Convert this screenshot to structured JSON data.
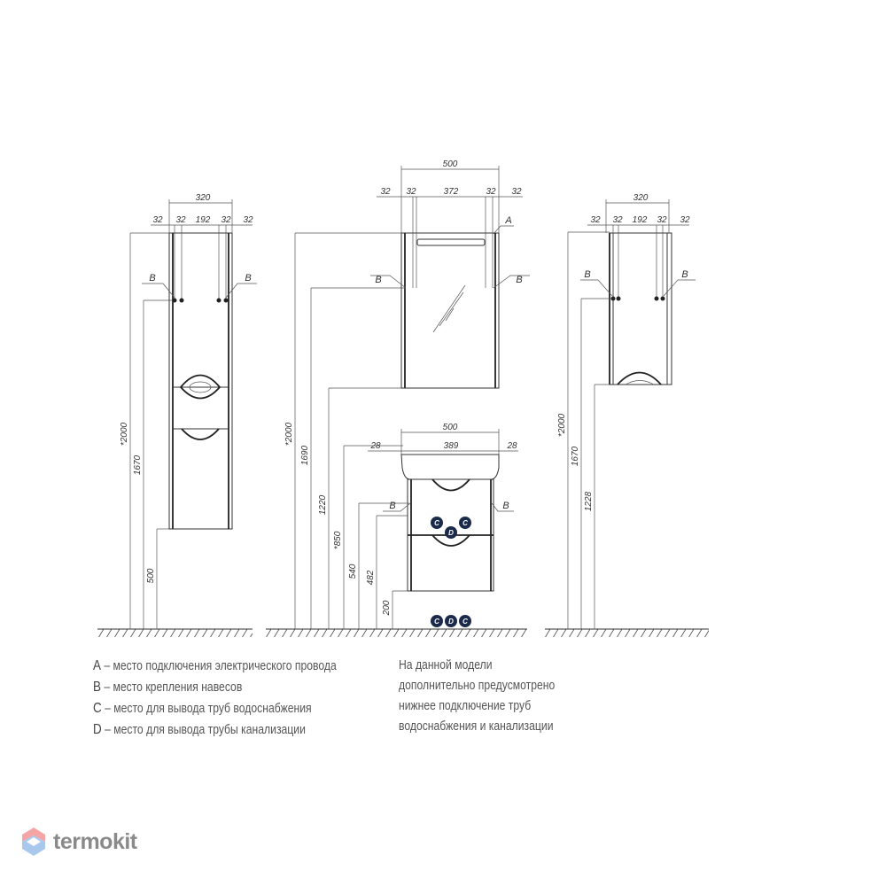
{
  "left_view": {
    "width": "320",
    "offsets": [
      "32",
      "32",
      "192",
      "32",
      "32"
    ],
    "hinge_labels": [
      "B",
      "B"
    ],
    "heights": [
      "*2000",
      "1670",
      "500"
    ]
  },
  "middle_view": {
    "mirror_width": "500",
    "mirror_offsets": [
      "32",
      "32",
      "372",
      "32",
      "32"
    ],
    "electric_label": "A",
    "mirror_hinge_labels": [
      "B",
      "B"
    ],
    "sink_width": "500",
    "sink_offsets": [
      "28",
      "389",
      "28"
    ],
    "cabinet_hinge_labels": [
      "B",
      "B"
    ],
    "heights": [
      "*2000",
      "1690",
      "1220",
      "*850",
      "540",
      "482",
      "200"
    ],
    "markers_top": [
      "C",
      "D",
      "C"
    ],
    "markers_bottom": [
      "C",
      "D",
      "C"
    ]
  },
  "right_view": {
    "width": "320",
    "offsets": [
      "32",
      "32",
      "192",
      "32",
      "32"
    ],
    "hinge_labels": [
      "B",
      "B"
    ],
    "heights": [
      "*2000",
      "1670",
      "1228"
    ]
  },
  "legend": {
    "items": [
      {
        "key": "A",
        "text": " – место подключения электрического провода"
      },
      {
        "key": "B",
        "text": " – место крепления навесов"
      },
      {
        "key": "C",
        "text": " – место для вывода труб водоснабжения"
      },
      {
        "key": "D",
        "text": " – место для вывода трубы канализации"
      }
    ],
    "note": [
      "На данной модели",
      "дополнительно предусмотрено",
      "нижнее подключение труб",
      "водоснабжения и канализации"
    ]
  },
  "brand": {
    "name": "termokit",
    "colors": {
      "top": "#f4a6a6",
      "bottom": "#a9c8ee"
    }
  }
}
